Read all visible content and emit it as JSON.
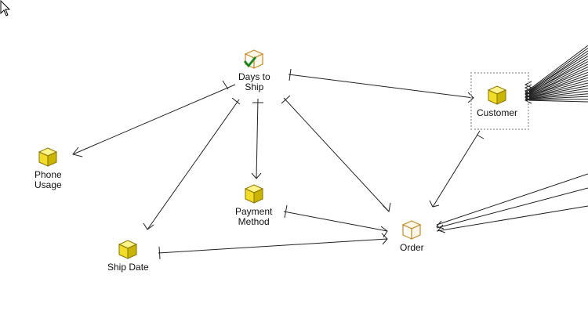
{
  "diagram": {
    "colors": {
      "line": "#222222",
      "cube_yellow": "#f1dc2a",
      "cube_top": "#fff38a",
      "cube_side": "#c9b400",
      "cube_outline": "#8a7600",
      "hollow_cube": "#c28a2c",
      "check": "#2e9e2e"
    },
    "nodes": {
      "days_to_ship": {
        "label": "Days to\nShip",
        "icon": "hollow-cube-check-icon"
      },
      "customer": {
        "label": "Customer",
        "icon": "cube-icon"
      },
      "phone_usage": {
        "label": "Phone\nUsage",
        "icon": "cube-icon"
      },
      "payment_method": {
        "label": "Payment\nMethod",
        "icon": "cube-icon"
      },
      "ship_date": {
        "label": "Ship Date",
        "icon": "cube-icon"
      },
      "order": {
        "label": "Order",
        "icon": "hollow-cube-icon"
      }
    }
  }
}
